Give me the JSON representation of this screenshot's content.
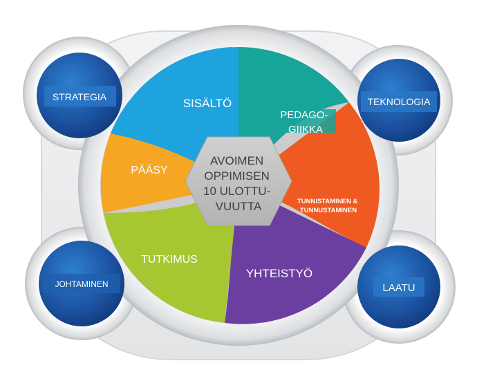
{
  "center": {
    "lines": [
      "AVOIMEN",
      "OPPIMISEN",
      "10 ULOTTU-",
      "VUUTTA"
    ]
  },
  "segments": {
    "sisalto": "SISÄLTÖ",
    "pedagogiikka_1": "PEDAGO-",
    "pedagogiikka_2": "GIIKKA",
    "tunnistaminen_1": "TUNNISTAMINEN &",
    "tunnistaminen_2": "TUNNUSTAMINEN",
    "yhteistyo": "YHTEISTYÖ",
    "tutkimus": "TUTKIMUS",
    "paasy": "PÄÄSY"
  },
  "satellites": {
    "strategia": "STRATEGIA",
    "teknologia": "TEKNOLOGIA",
    "johtaminen": "JOHTAMINEN",
    "laatu": "LAATU"
  },
  "colors": {
    "sisalto": "#1fa3df",
    "pedagogiikka": "#17a59b",
    "tunnistaminen": "#ee5a22",
    "yhteistyo": "#6b3fa0",
    "tutkimus": "#a6c731",
    "paasy": "#f5a623",
    "satellite": "#1d5ea8",
    "center": "#bdbebd"
  }
}
